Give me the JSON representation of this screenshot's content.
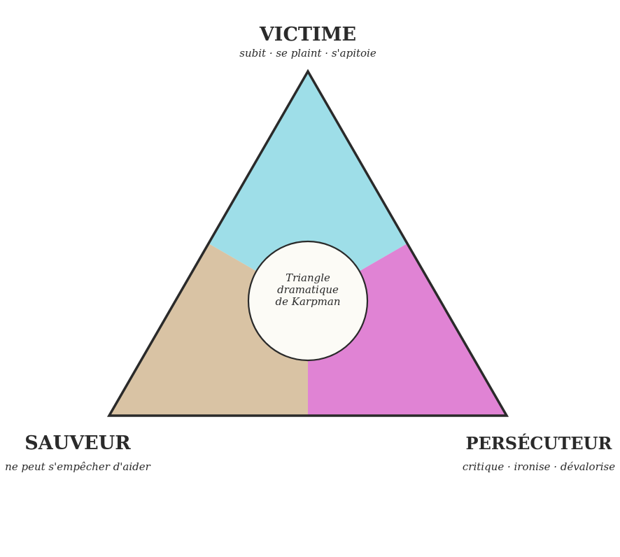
{
  "diagram": {
    "title": "Triangle dramatique de Karpman",
    "center_label": {
      "line1": "Triangle",
      "line2": "dramatique",
      "line3": "de Karpman"
    },
    "roles": {
      "victime": {
        "title": "VICTIME",
        "subtitle": "subit · se plaint · s'apitoie",
        "color": "#9edee8"
      },
      "sauveur": {
        "title": "SAUVEUR",
        "subtitle": "ne peut s'empêcher d'aider",
        "color": "#d9c3a4"
      },
      "persecuteur": {
        "title": "PERSÉCUTEUR",
        "subtitle": "critique · ironise · dévalorise",
        "color": "#e083d4"
      }
    },
    "colors": {
      "outline": "#2a2a2a",
      "center_fill": "#fcfbf6"
    }
  }
}
